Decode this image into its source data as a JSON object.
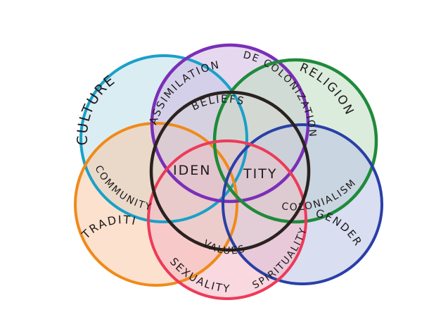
{
  "diagram": {
    "circles": [
      {
        "key": "culture",
        "color": "#19a0c9",
        "fill": "#bcdfe9"
      },
      {
        "key": "community",
        "color": "#f08a18",
        "fill": "#f7c9a5"
      },
      {
        "key": "assimilation",
        "color": "#7a2fb7",
        "fill": "#cdb3e0"
      },
      {
        "key": "religion",
        "color": "#1f8a3b",
        "fill": "#bfdcc0"
      },
      {
        "key": "gender",
        "color": "#2a3fa6",
        "fill": "#b9c3e6"
      },
      {
        "key": "sexuality",
        "color": "#ee3a58",
        "fill": "#f4b8c4"
      },
      {
        "key": "identity",
        "color": "#2a221f",
        "fill": "#d9d3d1"
      }
    ],
    "labels": {
      "culture": "CULTURE",
      "assimilation": "ASSIMILATION",
      "decolonization": "DE COLONIZATION",
      "religion": "RELIGION",
      "beliefs": "BELIEFS",
      "community": "COMMUNITY",
      "identity_left": "IDEN",
      "identity_right": "TITY",
      "colonialism": "COLONIALISM",
      "tradition": "TRADITION",
      "gender": "GENDER",
      "values": "VALUES",
      "spirituality": "SPIRITUALITY",
      "sexuality": "SEXUALITY"
    }
  }
}
